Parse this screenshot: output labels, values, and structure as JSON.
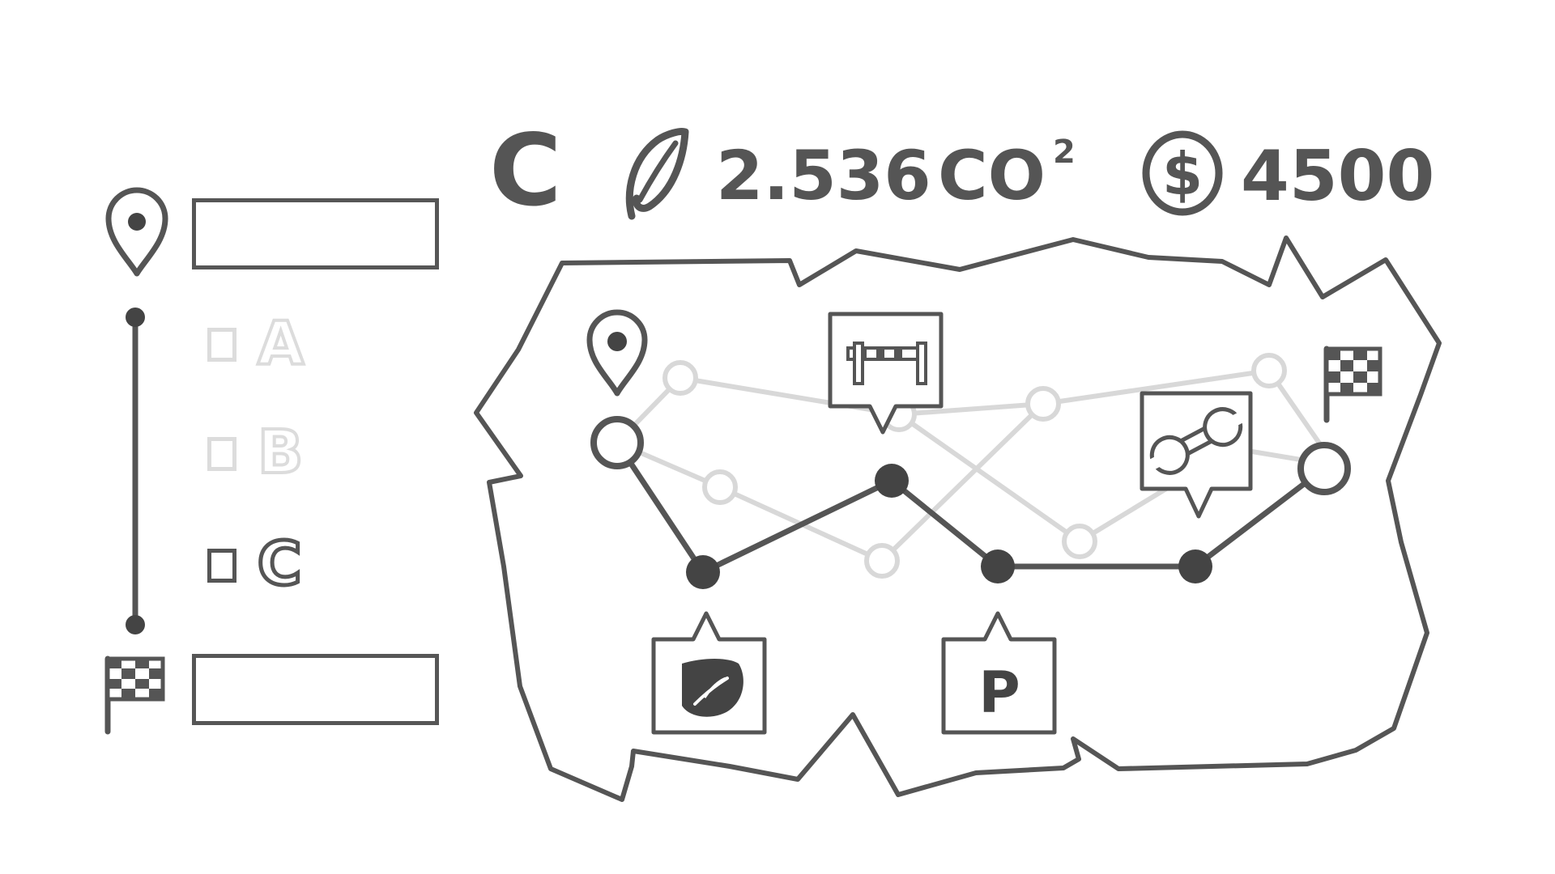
{
  "route_panel": {
    "start_field_value": "",
    "end_field_value": "",
    "options": [
      {
        "label": "A",
        "state": "inactive"
      },
      {
        "label": "B",
        "state": "inactive"
      },
      {
        "label": "C",
        "state": "active"
      }
    ]
  },
  "header": {
    "selected_route": "C",
    "co2_value": "2.536",
    "co2_unit": "CO",
    "co2_superscript": "2",
    "cost_value": "4500",
    "co2_icon": "leaf-icon",
    "cost_icon": "dollar-coin-icon"
  },
  "map": {
    "markers": {
      "start": "location-pin-icon",
      "finish": "checkered-flag-icon"
    },
    "callouts": [
      {
        "icon": "toll-barrier-icon"
      },
      {
        "icon": "eco-leaf-icon"
      },
      {
        "icon": "parking-icon",
        "text": "P"
      },
      {
        "icon": "wrench-icon"
      }
    ]
  },
  "colors": {
    "ink": "#555555",
    "faded": "#d8d8d8",
    "background": "#ffffff"
  }
}
